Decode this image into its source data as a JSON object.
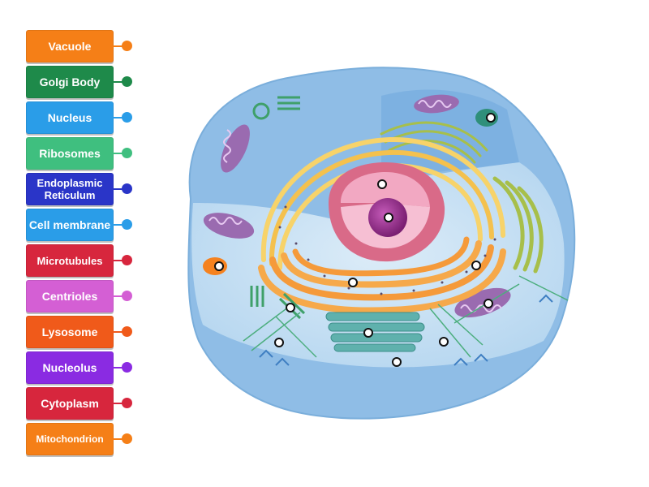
{
  "labels": [
    {
      "text": "Vacuole",
      "color": "#f57f17"
    },
    {
      "text": "Golgi Body",
      "color": "#1e8a4a"
    },
    {
      "text": "Nucleus",
      "color": "#2a9de8"
    },
    {
      "text": "Ribosomes",
      "color": "#3fbf7f"
    },
    {
      "text": "Endoplasmic Reticulum",
      "color": "#2a35c8"
    },
    {
      "text": "Cell membrane",
      "color": "#2a9de8"
    },
    {
      "text": "Microtubules",
      "color": "#d7263d"
    },
    {
      "text": "Centrioles",
      "color": "#d45fd4"
    },
    {
      "text": "Lysosome",
      "color": "#f05a1a"
    },
    {
      "text": "Nucleolus",
      "color": "#8a2be2"
    },
    {
      "text": "Cytoplasm",
      "color": "#d7263d"
    },
    {
      "text": "Mitochondrion",
      "color": "#f57f17"
    }
  ],
  "colors": {
    "membrane": "#9fc6ea",
    "cytoplasm": "#c9e3f6",
    "nucleus_outer": "#d96a88",
    "nucleus_inner": "#f2a8c2",
    "nucleolus": "#9b2f8f",
    "er_orange": "#f6a94a",
    "er_yellow": "#f7d36a",
    "golgi": "#5fb1ad",
    "mitochondria": "#9a6bb0",
    "target_ring": "#111111"
  }
}
